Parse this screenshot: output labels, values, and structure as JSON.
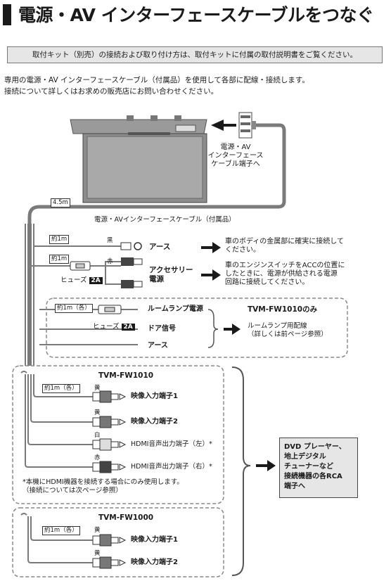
{
  "title": "電源・AV インターフェースケーブルをつなぐ",
  "notice": "取付キット（別売）の接続および取り付け方は、取付キットに付属の取付説明書をご覧ください。",
  "intro": [
    "専用の電源・AV インターフェースケーブル（付属品）を使用して各部に配線・接続します。",
    "接続について詳しくはお求めの販売店にお問い合わせください。"
  ],
  "monitor_terminal": [
    "電源・AV",
    "インターフェース",
    "ケーブル端子へ"
  ],
  "cable_length": "4.5m",
  "cable_name": "電源・AVインターフェースケーブル（付属品）",
  "wires": {
    "len_1m": "約1m",
    "len_1m_each": "約1m（各）",
    "black": "黒",
    "red": "赤",
    "fuse": "ヒューズ",
    "fuse_rating": "2A",
    "earth": "アース",
    "earth_desc": [
      "車のボディの金属部に確実に接続して",
      "ください。"
    ],
    "acc": [
      "アクセサリー",
      "電源"
    ],
    "acc_desc": [
      "車のエンジンスイッチをACCの位置に",
      "したときに、電源が供給される電源",
      "回路に接続してください。"
    ]
  },
  "fw1010_only": {
    "heading": "TVM-FW1010のみ",
    "room_lamp": "ルームランプ電源",
    "door_signal": "ドア信号",
    "earth": "アース",
    "desc": [
      "ルームランプ用配線",
      "（詳しくは前ページ参照）"
    ]
  },
  "fw1010": {
    "heading": "TVM-FW1010",
    "yellow": "黄",
    "white": "白",
    "red": "赤",
    "video1": "映像入力端子1",
    "video2": "映像入力端子2",
    "hdmi_l": "HDMI音声出力端子（左）*",
    "hdmi_r": "HDMI音声出力端子（右）*",
    "note": [
      "*本機にHDMI機器を接続する場合にのみ使用します。",
      "（接続については次ページ参照）"
    ]
  },
  "fw1000": {
    "heading": "TVM-FW1000",
    "yellow": "黄",
    "video1": "映像入力端子1",
    "video2": "映像入力端子2"
  },
  "dvd_box": [
    "DVD プレーヤー、",
    "地上デジタル",
    "チューナーなど",
    "接続機器の各RCA",
    "端子へ"
  ]
}
